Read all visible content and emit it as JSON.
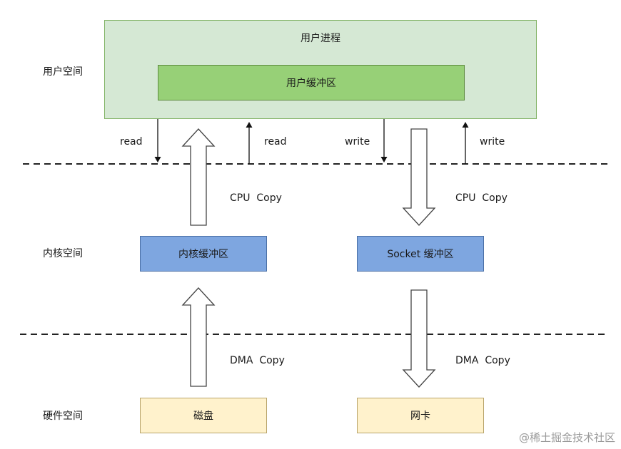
{
  "zones": {
    "user_space": "用户空间",
    "kernel_space": "内核空间",
    "hardware_space": "硬件空间"
  },
  "boxes": {
    "user_process": "用户进程",
    "user_buffer": "用户缓冲区",
    "kernel_buffer": "内核缓冲区",
    "socket_buffer": "Socket 缓冲区",
    "disk": "磁盘",
    "nic": "网卡"
  },
  "labels": {
    "read_left": "read",
    "read_right": "read",
    "write_left": "write",
    "write_right": "write",
    "cpu_copy_left": "CPU  Copy",
    "cpu_copy_right": "CPU  Copy",
    "dma_copy_left": "DMA  Copy",
    "dma_copy_right": "DMA  Copy"
  },
  "watermark": "@稀土掘金技术社区",
  "colors": {
    "user_process_fill": "#d5e8d4",
    "user_buffer_fill": "#97d077",
    "kernel_buffer_fill": "#7ea6e0",
    "hardware_fill": "#fff2cc"
  }
}
